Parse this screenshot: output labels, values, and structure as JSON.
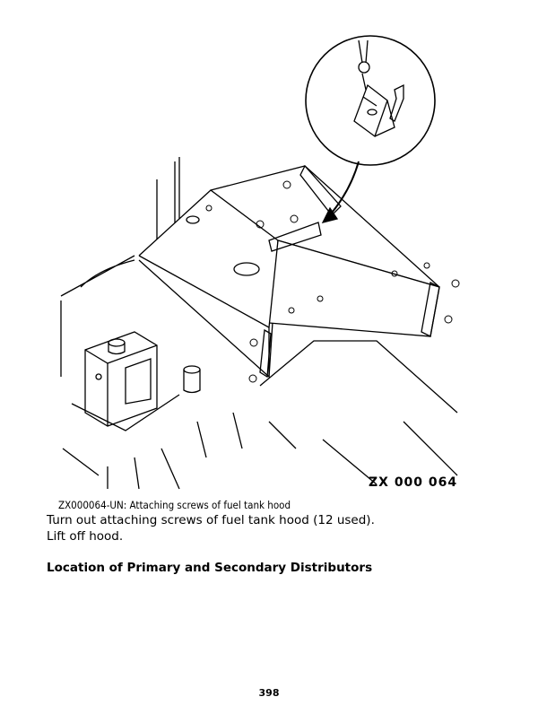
{
  "figure": {
    "label": "ZX 000 064"
  },
  "caption": "ZX000064-UN: Attaching screws of fuel tank hood",
  "body": [
    "Turn out attaching screws of fuel tank hood (12 used).",
    "Lift off hood."
  ],
  "heading": "Location of Primary and Secondary Distributors",
  "page_number": "398"
}
